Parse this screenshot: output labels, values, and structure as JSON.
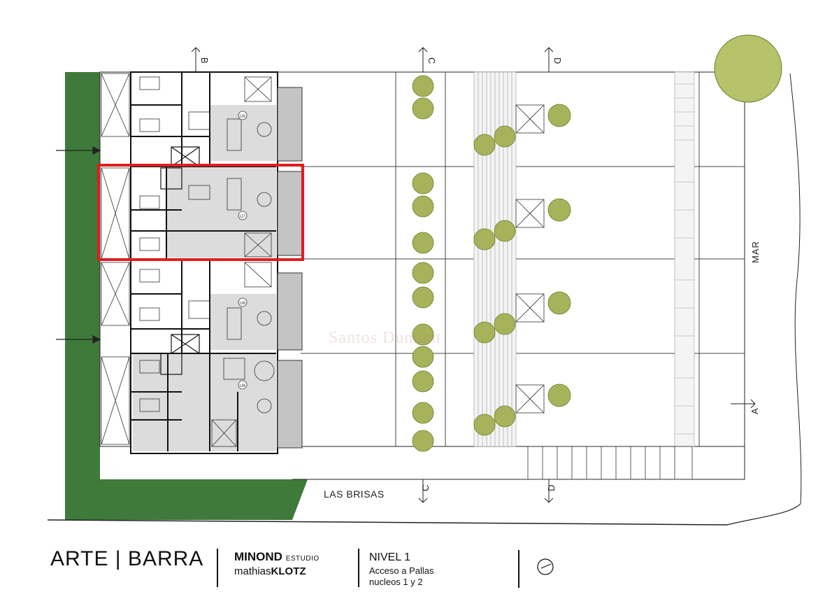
{
  "plan": {
    "street_label": "LAS BRISAS",
    "sea_label": "MAR",
    "section_markers": [
      "B",
      "C",
      "D",
      "C",
      "D",
      "A"
    ],
    "unit_labels": [
      "U5",
      "U7",
      "U6",
      "U8"
    ],
    "watermark": "Santos Dumont",
    "colors": {
      "vegetation": "#3e7a3a",
      "highlight": "#e11d1d",
      "unit_fill": "#dcdcdc",
      "tree": "#a7b35a",
      "line": "#222222"
    }
  },
  "footer": {
    "title": "ARTE | BARRA",
    "studio_name": "MINOND",
    "studio_suffix": "ESTUDIO",
    "author_first": "mathias",
    "author_last": "KLOTZ",
    "level": "NIVEL 1",
    "desc_line1": "Acceso a Pallas",
    "desc_line2": "nucleos 1 y 2"
  }
}
